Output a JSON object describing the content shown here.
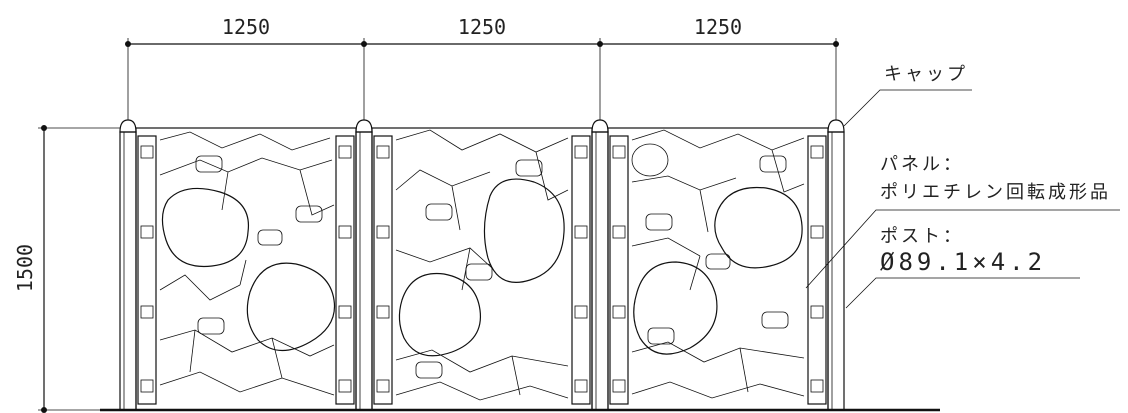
{
  "dimensions": {
    "width_1": "1250",
    "width_2": "1250",
    "width_3": "1250",
    "height": "1500"
  },
  "callouts": {
    "cap": "キャップ",
    "panel_title": "パネル：",
    "panel_material": "ポリエチレン回転成形品",
    "post_title": "ポスト：",
    "post_spec": "Ø89.1×4.2"
  }
}
